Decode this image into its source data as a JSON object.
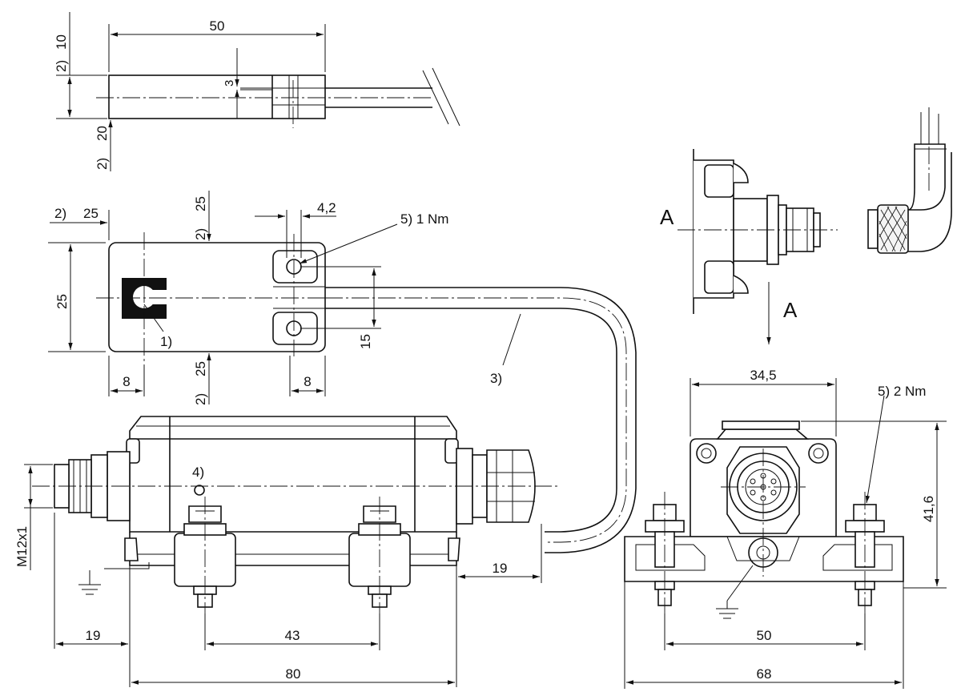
{
  "dimensions": {
    "top_length": "50",
    "top_h1": "10",
    "top_h2": "20",
    "top_note1": "2)",
    "top_note2": "2)",
    "top_slot": "3",
    "mid_left_gap": "25",
    "mid_left_note": "2)",
    "mid_top_gap": "25",
    "mid_top_note": "2)",
    "mid_height": "25",
    "mid_hole_w": "4,2",
    "mid_torque": "5)  1 Nm",
    "mid_label_1": "1)",
    "mid_hole_spacing": "15",
    "mid_bot_gap": "25",
    "mid_bot_note": "2)",
    "mid_edge_left": "8",
    "mid_edge_right": "8",
    "cable_label": "3)",
    "conn_thread": "M12x1",
    "led_label": "4)",
    "front_cable_gap": "19",
    "front_left_gap": "19",
    "front_hole_spacing": "43",
    "front_length": "80",
    "side_width_top": "34,5",
    "side_torque": "5)  2 Nm",
    "side_height": "41,6",
    "side_hole_spacing": "50",
    "side_width": "68",
    "view_arrow": "A",
    "view_arrow_2": "A"
  },
  "colors": {
    "line": "#111111",
    "background": "#ffffff"
  }
}
